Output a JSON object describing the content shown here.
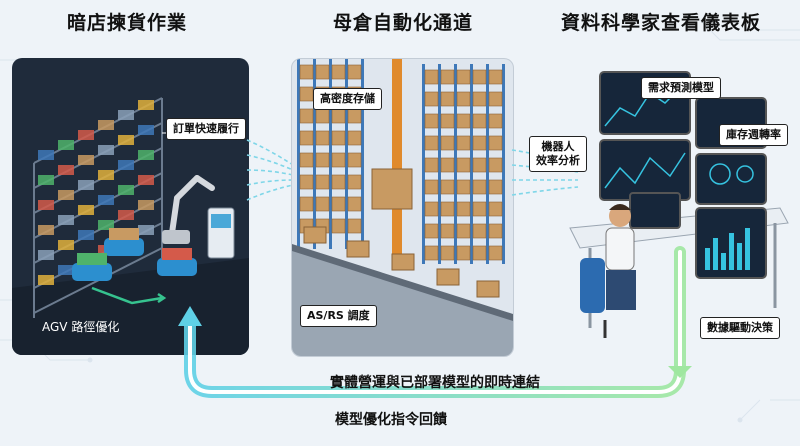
{
  "sections": {
    "dark_store": {
      "title": "暗店揀貨作業",
      "callout_fast_fulfillment": "訂單快速履行",
      "callout_agv_path": "AGV 路徑優化"
    },
    "mother_warehouse": {
      "title": "母倉自動化通道",
      "callout_high_density": "高密度存儲",
      "callout_asrs": "AS/RS 調度"
    },
    "dashboard": {
      "title": "資料科學家查看儀表板",
      "callout_demand_model": "需求預測模型",
      "callout_inventory_turnover": "庫存週轉率",
      "callout_robot_efficiency_line1": "機器人",
      "callout_robot_efficiency_line2": "效率分析",
      "callout_data_driven": "數據驅動決策"
    }
  },
  "feedback_loop": {
    "upper_label": "實體營運與已部署模型的即時連結",
    "lower_label": "模型優化指令回饋"
  },
  "colors": {
    "dark_panel": "#1f2b3b",
    "flow_arrow": "#7fd6e8",
    "loop_arrow": "#6fd3e6",
    "rack_blue": "#3e78b8",
    "box_brown": "#c89a62",
    "screen_dark": "#16263a"
  }
}
